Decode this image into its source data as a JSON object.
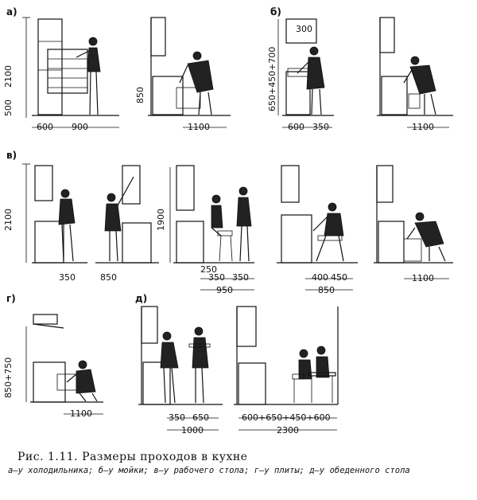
{
  "sections": {
    "a": "а)",
    "b": "б)",
    "v": "в)",
    "g": "г)",
    "d": "д)"
  },
  "dims": {
    "a_h1": "2100",
    "a_h2": "500",
    "a_w1": "600",
    "a_w2": "900",
    "a2_h": "850",
    "a2_w": "1100",
    "b_h": "650+450+700",
    "b_top": "300",
    "b_w1": "600",
    "b_w2": "350",
    "b2_w": "1100",
    "v_h1": "2100",
    "v1_w": "350",
    "v2_w": "850",
    "v_h2": "1900",
    "v3_top": "250",
    "v3_w1": "350",
    "v3_w2": "350",
    "v3_total": "950",
    "v4_w1": "400",
    "v4_w2": "450",
    "v4_total": "850",
    "v5_w": "1100",
    "g_h": "850+750",
    "g_w": "1100",
    "d1_w1": "350",
    "d1_w2": "650",
    "d1_total": "1000",
    "d2_w": "600+650+450+600",
    "d2_total": "2300"
  },
  "caption": {
    "title": "Рис. 1.11. Размеры проходов в кухне",
    "subtitle": "а—у холодильника; б—у мойки; в—у рабочего стола; г—у плиты; д—у обеденного стола"
  }
}
